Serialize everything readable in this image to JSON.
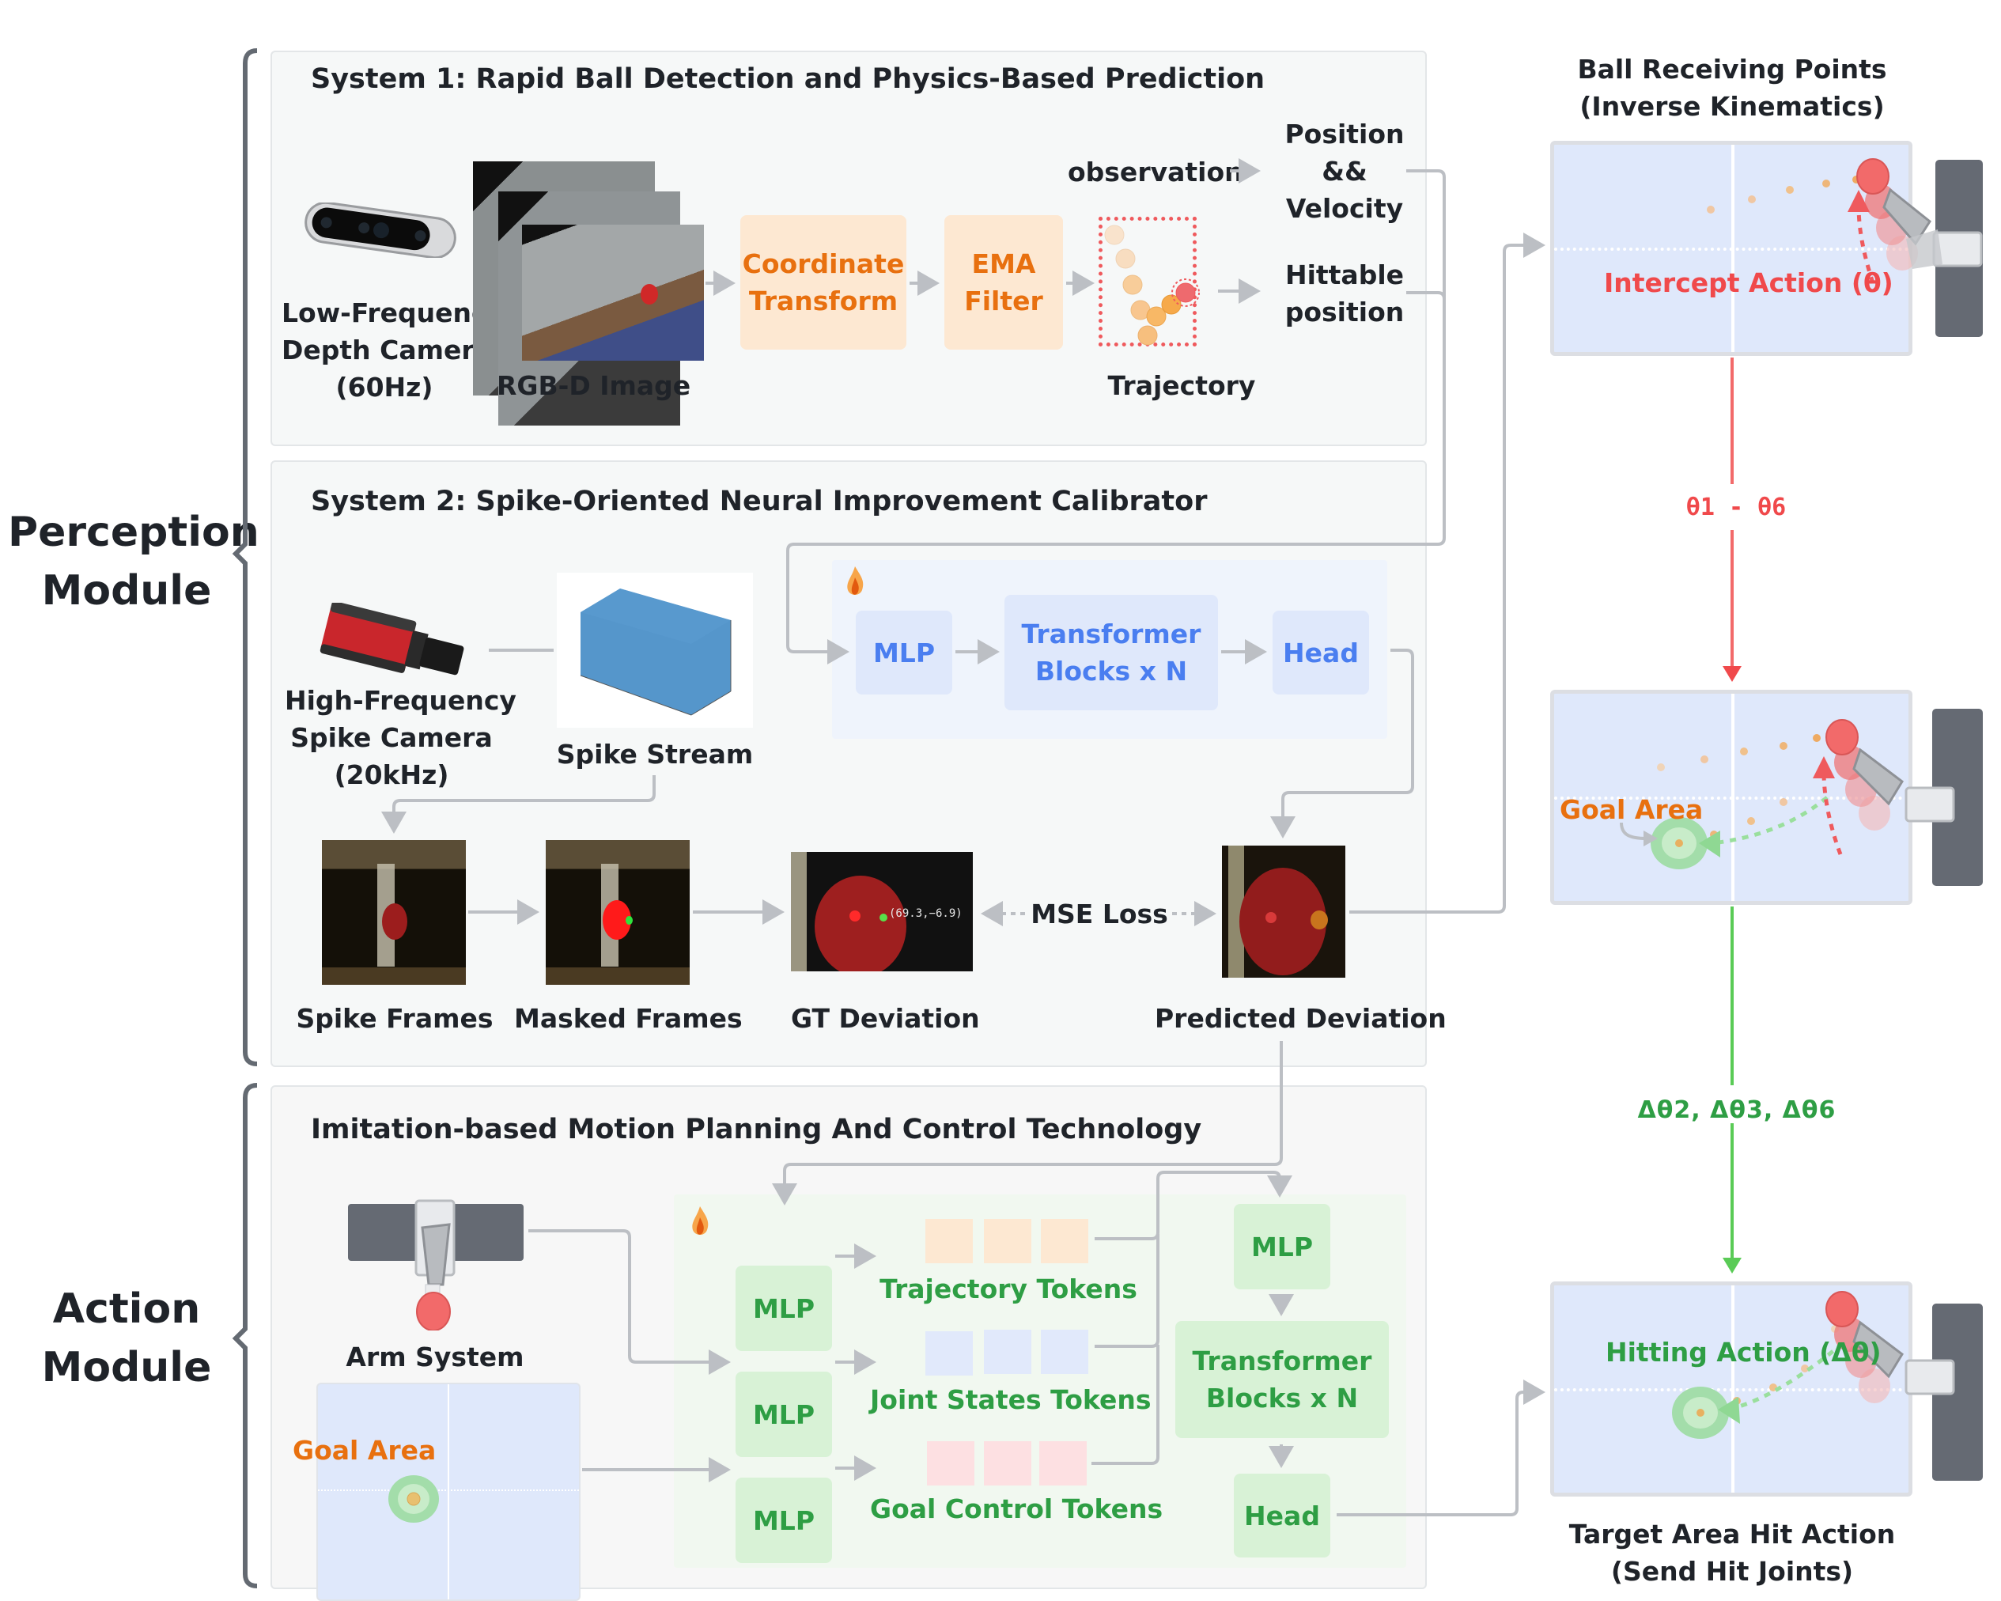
{
  "modules": {
    "perception": "Perception\nModule",
    "perception_l1": "Perception",
    "perception_l2": "Module",
    "action_l1": "Action",
    "action_l2": "Module"
  },
  "system1": {
    "title": "System 1: Rapid Ball Detection and Physics-Based Prediction",
    "camera_label": [
      "Low-Frequency",
      "Depth Camera",
      "(60Hz)"
    ],
    "image_label": "RGB-D Image",
    "coord_transform": [
      "Coordinate",
      "Transform"
    ],
    "ema_filter": [
      "EMA",
      "Filter"
    ],
    "trajectory_label": "Trajectory",
    "observation_label": "observation",
    "pos_vel": [
      "Position",
      "&&",
      "Velocity"
    ],
    "hittable": [
      "Hittable",
      "position"
    ]
  },
  "system2": {
    "title": "System 2: Spike-Oriented Neural Improvement Calibrator",
    "camera_label": [
      "High-Frequency",
      "Spike Camera",
      "(20kHz)"
    ],
    "stream_label": "Spike Stream",
    "mlp": "MLP",
    "transformer": [
      "Transformer",
      "Blocks x N"
    ],
    "head": "Head",
    "spike_frames": "Spike Frames",
    "masked_frames": "Masked Frames",
    "gt_deviation": "GT Deviation",
    "gt_value": "(69.3,−6.9)",
    "mse_loss": "MSE Loss",
    "predicted_deviation": "Predicted Deviation"
  },
  "action": {
    "title": "Imitation-based Motion Planning And Control Technology",
    "arm_system": "Arm System",
    "goal_area": "Goal Area",
    "mlp": "MLP",
    "trajectory_tokens": "Trajectory Tokens",
    "joint_tokens": "Joint States Tokens",
    "goal_tokens": "Goal Control Tokens",
    "transformer": [
      "Transformer",
      "Blocks x N"
    ],
    "head": "Head"
  },
  "right": {
    "top_title": [
      "Ball Receiving Points",
      "(Inverse Kinematics)"
    ],
    "intercept": "Intercept Action (θ)",
    "theta_range": "θ1 - θ6",
    "goal_area": "Goal Area",
    "delta_label": "Δθ2, Δθ3, Δθ6",
    "hitting": "Hitting Action (Δθ)",
    "bottom_title": [
      "Target Area Hit Action",
      "(Send Hit Joints)"
    ]
  },
  "colors": {
    "orange": "#e8700f",
    "blue": "#4a7ef0",
    "green": "#2e9e44",
    "red": "#f0494b",
    "connector": "#bcbfc4"
  }
}
